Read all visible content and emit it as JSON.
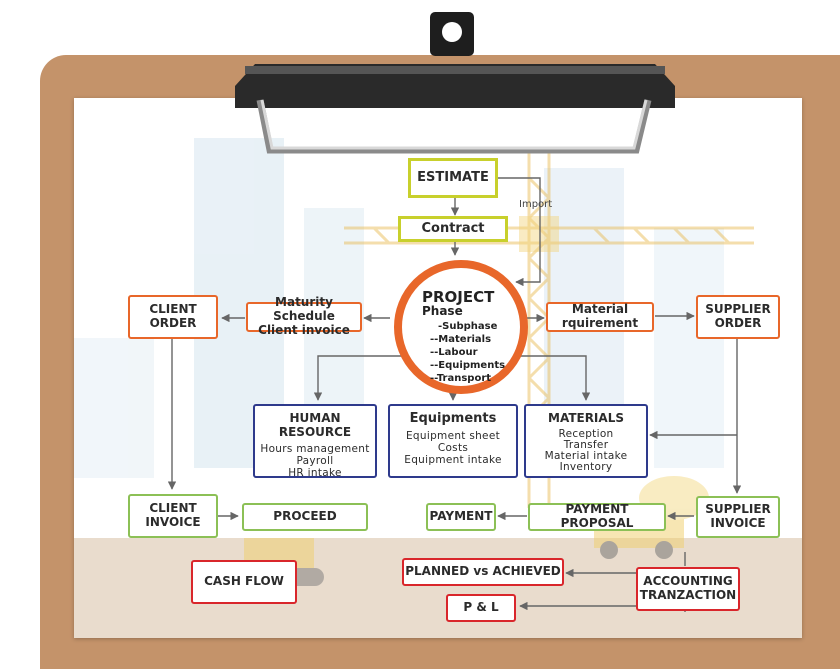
{
  "diagram": {
    "nodes": {
      "estimate": "ESTIMATE",
      "contract": "Contract",
      "import_label": "Import",
      "project": {
        "title": "PROJECT",
        "phase": "Phase",
        "items": [
          "-Subphase",
          "--Materials",
          "--Labour",
          "--Equipments",
          "--Transport"
        ]
      },
      "client_order": [
        "CLIENT",
        "ORDER"
      ],
      "maturity": [
        "Maturity Schedule",
        "Client invoice"
      ],
      "material_req": [
        "Material",
        "rquirement"
      ],
      "supplier_order": [
        "SUPPLIER",
        "ORDER"
      ],
      "human_resource": {
        "title": "HUMAN RESOURCE",
        "items": [
          "Hours management",
          "Payroll",
          "HR intake"
        ]
      },
      "equipments": {
        "title": "Equipments",
        "items": [
          "Equipment sheet",
          "Costs",
          "Equipment intake"
        ]
      },
      "materials": {
        "title": "MATERIALS",
        "items": [
          "Reception",
          "Transfer",
          "Material intake",
          "Inventory"
        ]
      },
      "client_invoice": [
        "CLIENT",
        "INVOICE"
      ],
      "proceed": "PROCEED",
      "payment": "PAYMENT",
      "payment_proposal": "PAYMENT PROPOSAL",
      "supplier_invoice": [
        "SUPPLIER",
        "INVOICE"
      ],
      "cash_flow": "CASH FLOW",
      "planned_vs_achieved": "PLANNED vs ACHIEVED",
      "accounting": [
        "ACCOUNTING",
        "TRANZACTION"
      ],
      "pl": "P & L"
    }
  },
  "colors": {
    "board": "#c4936a",
    "yellow_border": "#c8d02c",
    "orange_border": "#e8672a",
    "green_border": "#8cc056",
    "navy_border": "#2e3a8c",
    "red_border": "#d9262b",
    "connector": "#666666"
  },
  "icons": [
    "binder-clip-icon",
    "construction-crane-icon",
    "bulldozer-icon",
    "cement-mixer-icon"
  ]
}
